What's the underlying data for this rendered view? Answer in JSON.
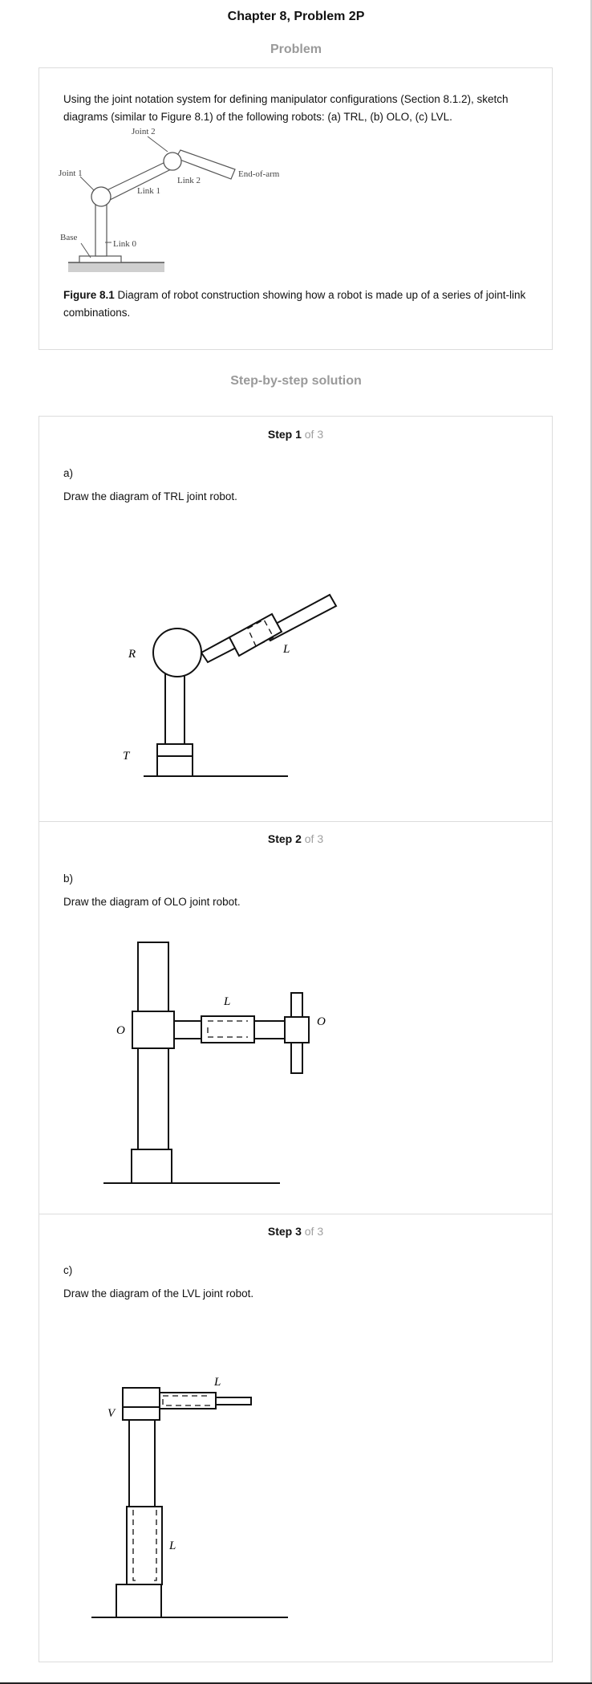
{
  "page_title": "Chapter 8, Problem 2P",
  "problem": {
    "heading": "Problem",
    "text": "Using the joint notation system for defining manipulator configurations (Section 8.1.2), sketch diagrams (similar to Figure 8.1) of the following robots: (a) TRL, (b) OLO, (c) LVL.",
    "figure": {
      "labels": {
        "joint2": "Joint 2",
        "joint1": "Joint 1",
        "link1": "Link 1",
        "link2": "Link 2",
        "end_of_arm": "End-of-arm",
        "base": "Base",
        "link0": "Link 0"
      },
      "caption_label": "Figure 8.1",
      "caption_text": " Diagram of robot construction showing how a robot is made up of a series of joint-link combinations."
    }
  },
  "solution": {
    "heading": "Step-by-step solution",
    "steps": [
      {
        "step_word": "Step 1",
        "of_text": " of 3",
        "part": "a)",
        "text": "Draw the diagram of TRL joint robot.",
        "labels": {
          "r": "R",
          "l": "L",
          "t": "T"
        }
      },
      {
        "step_word": "Step 2",
        "of_text": " of 3",
        "part": "b)",
        "text": "Draw the diagram of OLO joint robot.",
        "labels": {
          "o_left": "O",
          "l": "L",
          "o_right": "O"
        }
      },
      {
        "step_word": "Step 3",
        "of_text": " of 3",
        "part": "c)",
        "text": "Draw the diagram of the LVL joint robot.",
        "labels": {
          "l_top": "L",
          "v": "V",
          "l_side": "L"
        }
      }
    ]
  }
}
